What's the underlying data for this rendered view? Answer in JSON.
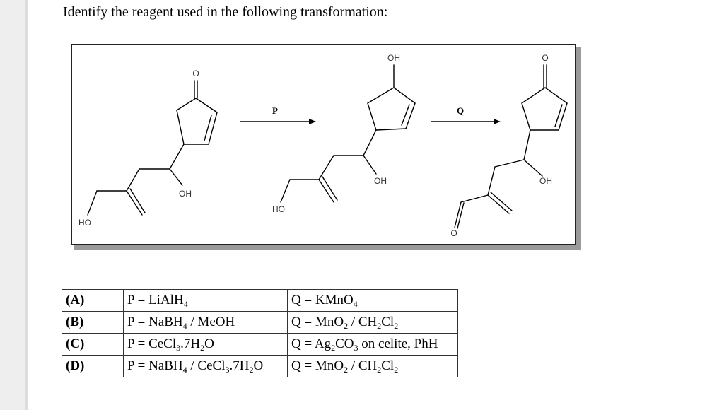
{
  "question": "Identify the reagent used in the following transformation:",
  "scheme": {
    "arrow1_label": "P",
    "arrow2_label": "Q",
    "atom_labels": {
      "o": "O",
      "oh": "OH",
      "ho": "HO"
    }
  },
  "options": [
    {
      "letter": "(A)",
      "p": "P = LiAlH<sub>4</sub>",
      "q": "Q = KMnO<sub>4</sub>"
    },
    {
      "letter": "(B)",
      "p": "P = NaBH<sub>4</sub> / MeOH",
      "q": "Q = MnO<sub>2</sub> / CH<sub>2</sub>Cl<sub>2</sub>"
    },
    {
      "letter": "(C)",
      "p": "P = CeCl<sub>3</sub>.7H<sub>2</sub>O",
      "q": "Q = Ag<sub>2</sub>CO<sub>3</sub> on celite, PhH"
    },
    {
      "letter": "(D)",
      "p": "P = NaBH<sub>4</sub> / CeCl<sub>3</sub>.7H<sub>2</sub>O",
      "q": "Q = MnO<sub>2</sub> / CH<sub>2</sub>Cl<sub>2</sub>"
    }
  ]
}
